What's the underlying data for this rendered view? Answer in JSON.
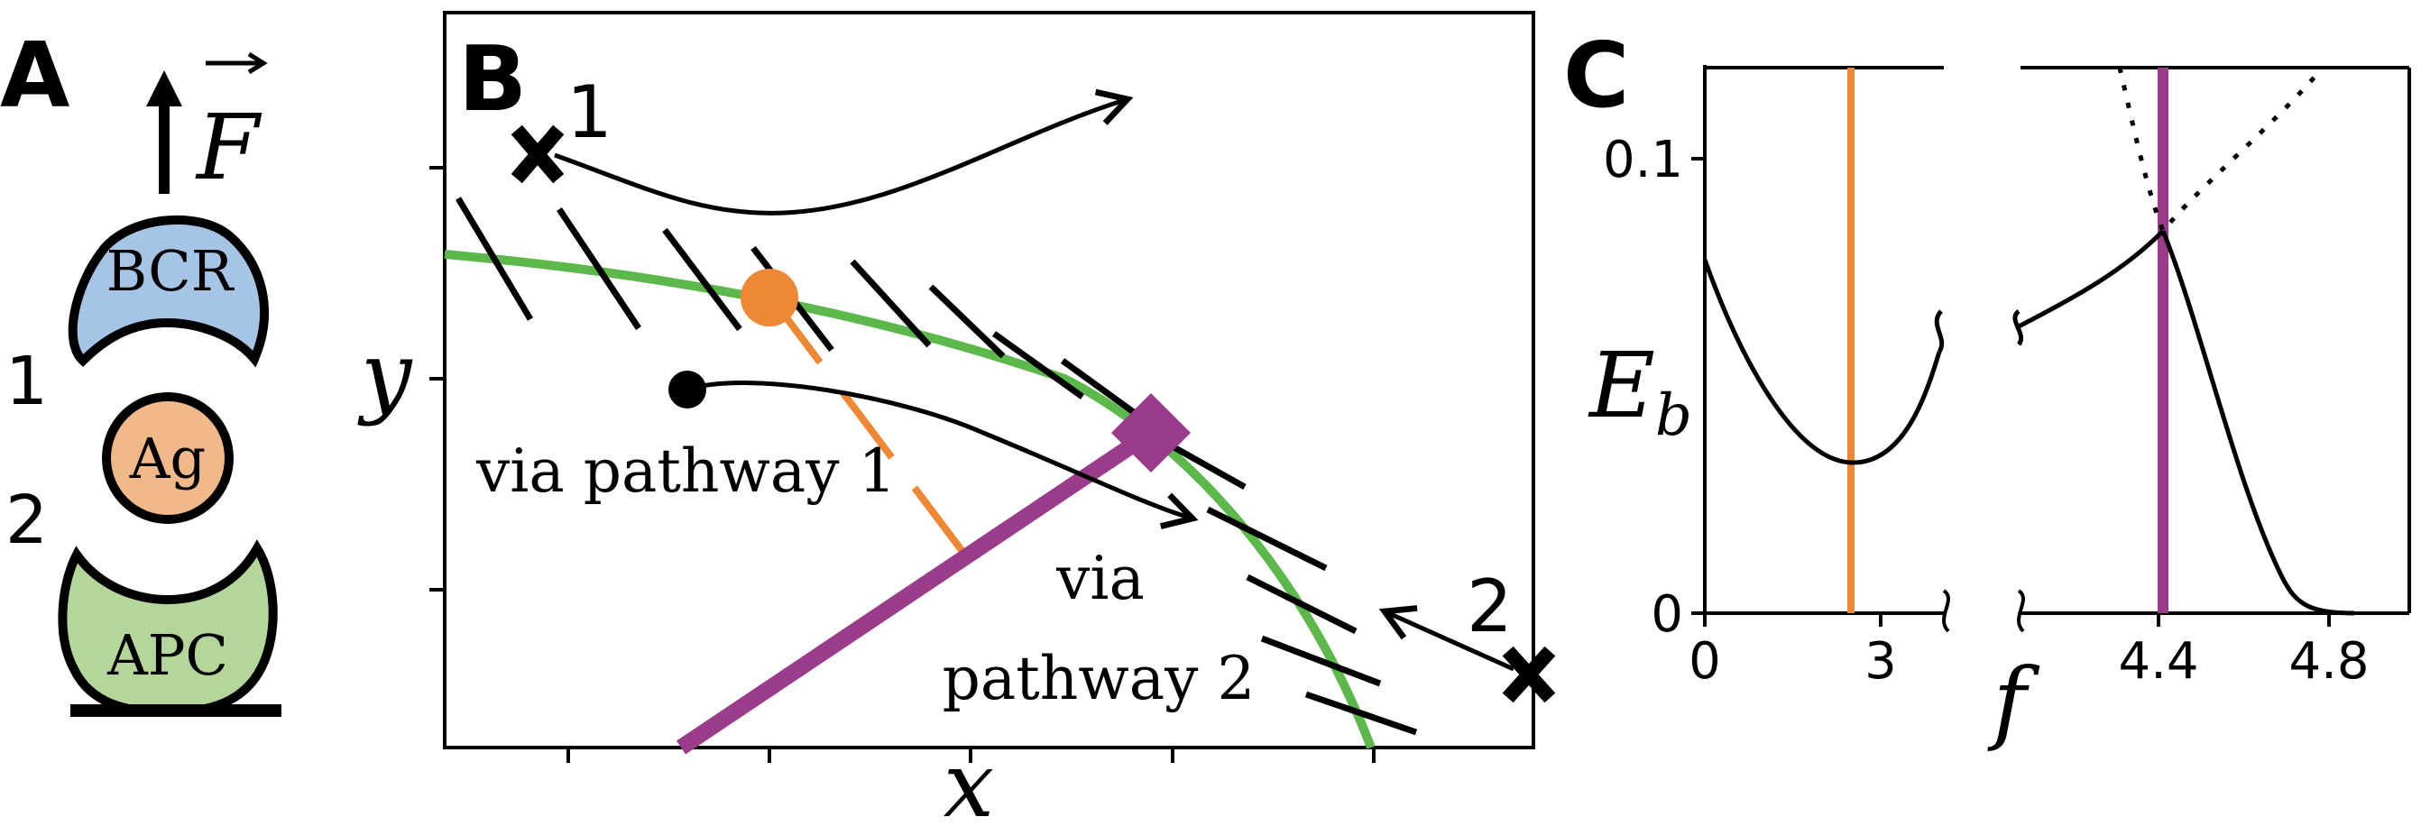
{
  "panels": {
    "a": {
      "letter": "A",
      "force_label": "F",
      "force_arrow_glyph": "⃗",
      "bcr_label": "BCR",
      "ag_label": "Ag",
      "apc_label": "APC",
      "bond1_label": "1",
      "bond2_label": "2",
      "colors": {
        "bcr": "#a6c4e6",
        "ag": "#f1b88a",
        "apc": "#b5d69b"
      }
    },
    "b": {
      "letter": "B",
      "xlabel": "x",
      "ylabel": "y",
      "start1_label": "1",
      "start2_label": "2",
      "pathway1_label": "via pathway 1",
      "pathway2_line1": "via",
      "pathway2_line2": "pathway 2",
      "colors": {
        "green": "#5cb84a",
        "orange": "#ee8834",
        "purple": "#9a3c8a"
      }
    },
    "c": {
      "letter": "C",
      "xlabel": "f",
      "ylabel": "E",
      "ylabel_sub": "b",
      "yticks": [
        "0.1",
        "0"
      ],
      "xticks": [
        "0",
        "3",
        "4.4",
        "4.8"
      ],
      "colors": {
        "orange": "#ee8834",
        "purple": "#9a3c8a"
      }
    }
  }
}
